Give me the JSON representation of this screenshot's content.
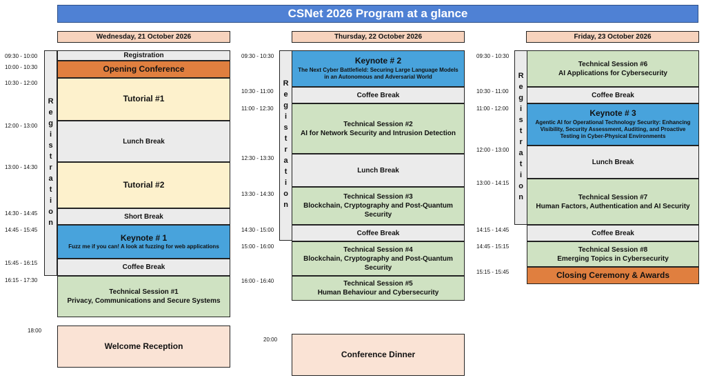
{
  "title": "CSNet 2026 Program at a glance",
  "days": [
    {
      "header": "Wednesday, 21 October 2026",
      "times": [
        "09:30 - 10:00",
        "10:00 - 10:30",
        "10:30 - 12:00",
        "12:00 - 13:00",
        "13:00 - 14:30",
        "14:30 - 14:45",
        "14:45 - 15:45",
        "15:45 - 16:15",
        "16:15 - 17:30",
        "18:00"
      ],
      "registration_vertical": "Registration",
      "sessions": {
        "registration": "Registration",
        "opening": "Opening Conference",
        "tutorial1": "Tutorial #1",
        "lunch": "Lunch Break",
        "tutorial2": "Tutorial #2",
        "short_break": "Short Break",
        "keynote_title": "Keynote # 1",
        "keynote_sub": "Fuzz me if you can! A look at fuzzing for web applications",
        "coffee": "Coffee Break",
        "ts1_title": "Technical Session #1",
        "ts1_sub": "Privacy, Communications and Secure Systems",
        "reception": "Welcome Reception"
      }
    },
    {
      "header": "Thursday, 22 October 2026",
      "times": [
        "09:30 - 10:30",
        "10:30 - 11:00",
        "11:00 - 12:30",
        "12:30 - 13:30",
        "13:30 - 14:30",
        "14:30 - 15:00",
        "15:00 - 16:00",
        "16:00 - 16:40",
        "20:00"
      ],
      "registration_vertical": "Registration",
      "sessions": {
        "keynote_title": "Keynote # 2",
        "keynote_sub": "The Next Cyber Battlefield: Securing Large Language Models in an Autonomous and Adversarial World",
        "coffee1": "Coffee Break",
        "ts2_title": "Technical Session #2",
        "ts2_sub": "AI for Network Security and Intrusion Detection",
        "lunch": "Lunch Break",
        "ts3_title": "Technical Session #3",
        "ts3_sub": "Blockchain, Cryptography and Post-Quantum Security",
        "coffee2": "Coffee Break",
        "ts4_title": "Technical Session #4",
        "ts4_sub": "Blockchain, Cryptography and Post-Quantum Security",
        "ts5_title": "Technical Session #5",
        "ts5_sub": "Human Behaviour and Cybersecurity",
        "dinner": "Conference Dinner"
      }
    },
    {
      "header": "Friday, 23 October 2026",
      "times": [
        "09:30 - 10:30",
        "10:30 - 11:00",
        "11:00 - 12:00",
        "12:00 - 13:00",
        "13:00 - 14:15",
        "14:15 - 14:45",
        "14:45 - 15:15",
        "15:15 - 15:45"
      ],
      "registration_vertical": "Registration",
      "sessions": {
        "ts6_title": "Technical Session #6",
        "ts6_sub": "AI Applications for Cybersecurity",
        "coffee1": "Coffee Break",
        "keynote_title": "Keynote # 3",
        "keynote_sub": "Agentic AI for Operational Technology Security: Enhancing Visibility, Security Assessment, Auditing, and Proactive Testing in Cyber-Physical Environments",
        "lunch": "Lunch Break",
        "ts7_title": "Technical Session #7",
        "ts7_sub": "Human Factors, Authentication and AI Security",
        "coffee2": "Coffee Break",
        "ts8_title": "Technical Session #8",
        "ts8_sub": "Emerging Topics in Cybersecurity",
        "closing": "Closing Ceremony & Awards"
      }
    }
  ]
}
